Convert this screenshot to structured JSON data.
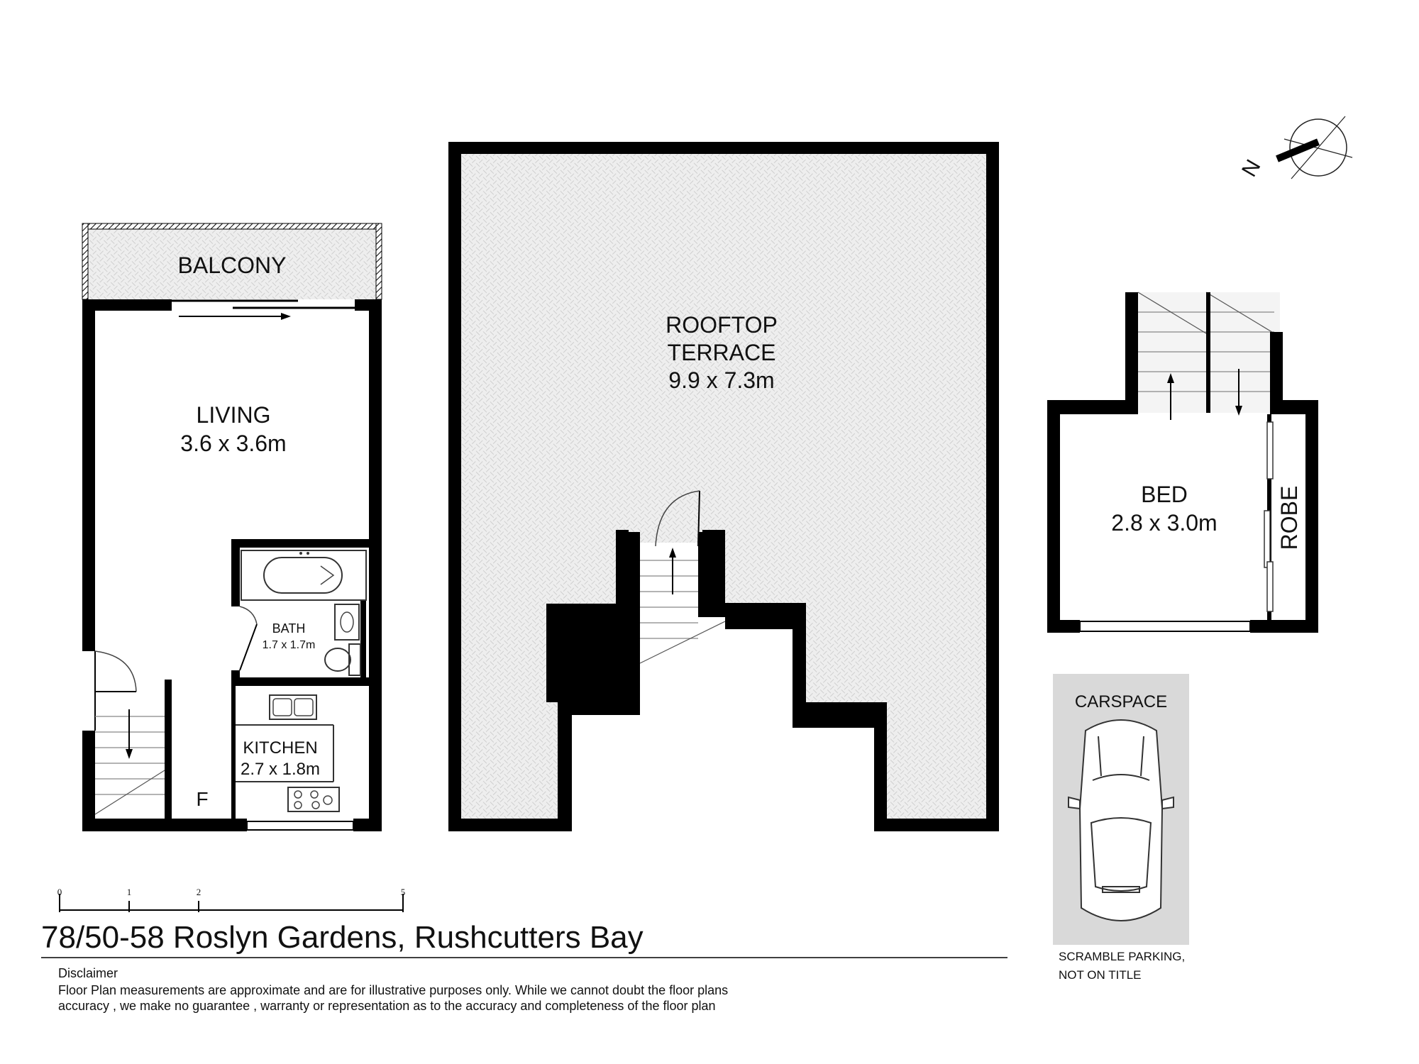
{
  "rooms": {
    "balcony": {
      "label": "BALCONY"
    },
    "living": {
      "label": "LIVING",
      "size": "3.6 x 3.6m"
    },
    "bath": {
      "label": "BATH",
      "size": "1.7 x 1.7m"
    },
    "kitchen": {
      "label": "KITCHEN",
      "size": "2.7 x 1.8m"
    },
    "fridge": {
      "label": "F"
    },
    "rooftop": {
      "label_line1": "ROOFTOP",
      "label_line2": "TERRACE",
      "size": "9.9 x 7.3m"
    },
    "bed": {
      "label": "BED",
      "size": "2.8 x 3.0m"
    },
    "robe": {
      "label": "ROBE"
    },
    "carspace": {
      "label": "CARSPACE",
      "note_line1": "SCRAMBLE PARKING,",
      "note_line2": "NOT ON TITLE"
    }
  },
  "compass": {
    "label": "N"
  },
  "scale_bar": {
    "ticks": [
      "0",
      "1",
      "2",
      "5"
    ]
  },
  "address": "78/50-58 Roslyn Gardens, Rushcutters Bay",
  "disclaimer": {
    "title": "Disclaimer",
    "line1": "Floor Plan measurements are approximate and are for illustrative purposes only. While we cannot doubt the floor plans",
    "line2": "accuracy , we make no guarantee , warranty or representation as to the accuracy and completeness of the floor plan"
  },
  "colors": {
    "wall": "#000000",
    "terrace_fill": "#e9e9e9",
    "carspace_fill": "#d9d9d9"
  }
}
